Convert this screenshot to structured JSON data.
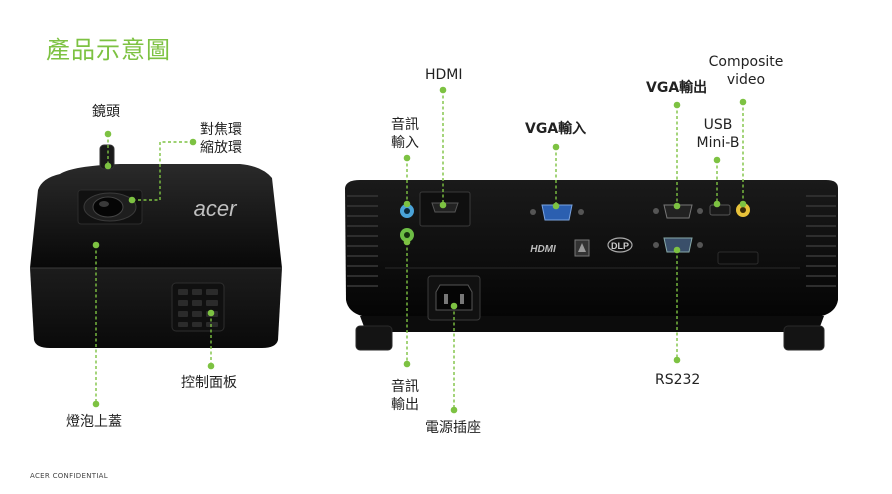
{
  "page": {
    "title": "產品示意圖",
    "footer": "ACER CONFIDENTIAL",
    "accent_color": "#7dc242"
  },
  "projector_front": {
    "brand": "acer",
    "labels": {
      "lens": "鏡頭",
      "focus_zoom_line1": "對焦環",
      "focus_zoom_line2": "縮放環",
      "control_panel": "控制面板",
      "lamp_cover": "燈泡上蓋"
    }
  },
  "projector_rear": {
    "logos": {
      "hdmi": "HDMI",
      "dlp": "DLP"
    },
    "labels": {
      "hdmi": "HDMI",
      "audio_in_line1": "音訊",
      "audio_in_line2": "輸入",
      "vga_in": "VGA輸入",
      "vga_out": "VGA輸出",
      "composite_line1": "Composite",
      "composite_line2": "video",
      "usb_line1": "USB",
      "usb_line2": "Mini-B",
      "audio_out_line1": "音訊",
      "audio_out_line2": "輸出",
      "rs232": "RS232",
      "power": "電源插座"
    }
  }
}
